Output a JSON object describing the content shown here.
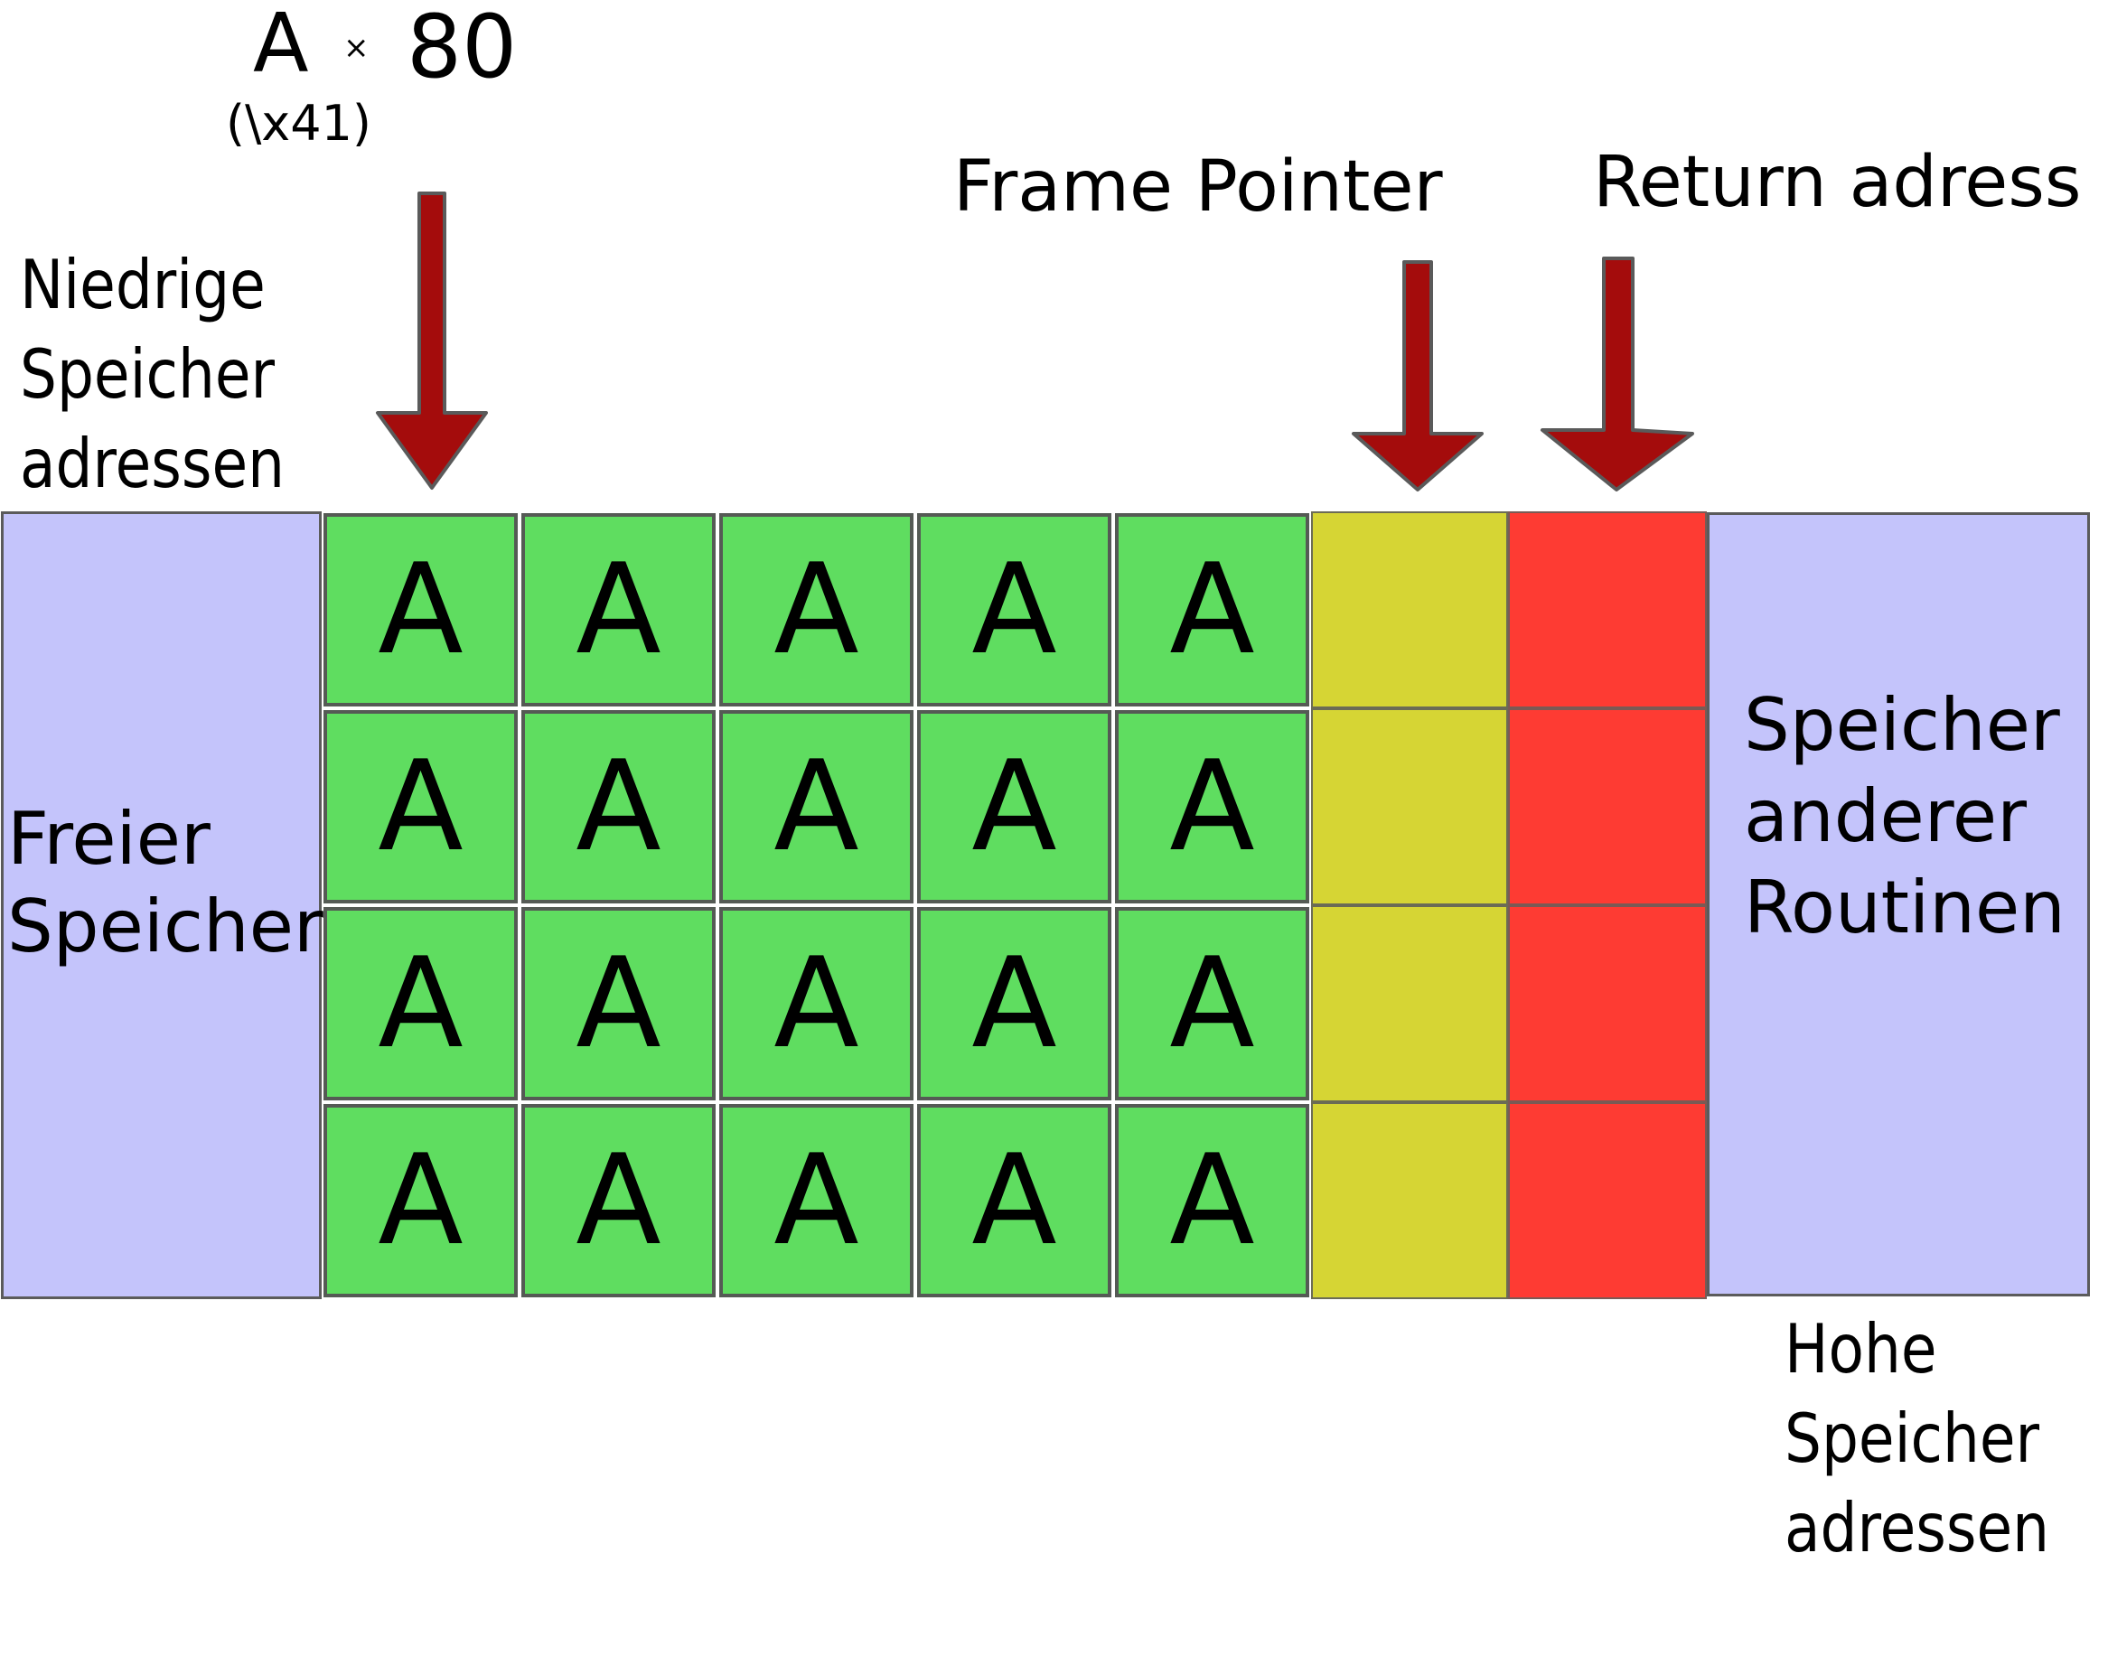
{
  "header": {
    "char": "A",
    "times": "×",
    "count": "80",
    "hex": "(\\x41)"
  },
  "labels": {
    "frame_pointer": "Frame Pointer",
    "return_address": "Return adress",
    "low_addresses": [
      "Niedrige",
      "Speicher",
      "adressen"
    ],
    "high_addresses": [
      "Hohe",
      "Speicher",
      "adressen"
    ],
    "free_memory": [
      "Freier",
      "Speicher"
    ],
    "other_routines": [
      "Speicher",
      "anderer",
      "Routinen"
    ]
  },
  "buffer": {
    "rows": [
      [
        "A",
        "A",
        "A",
        "A",
        "A"
      ],
      [
        "A",
        "A",
        "A",
        "A",
        "A"
      ],
      [
        "A",
        "A",
        "A",
        "A",
        "A"
      ],
      [
        "A",
        "A",
        "A",
        "A",
        "A"
      ]
    ]
  },
  "colors": {
    "buffer": "#5fdd60",
    "frame_pointer": "#d6d534",
    "return_address": "#fe3b33",
    "other_memory": "#c4c4fb",
    "arrow": "#a40c0c"
  }
}
